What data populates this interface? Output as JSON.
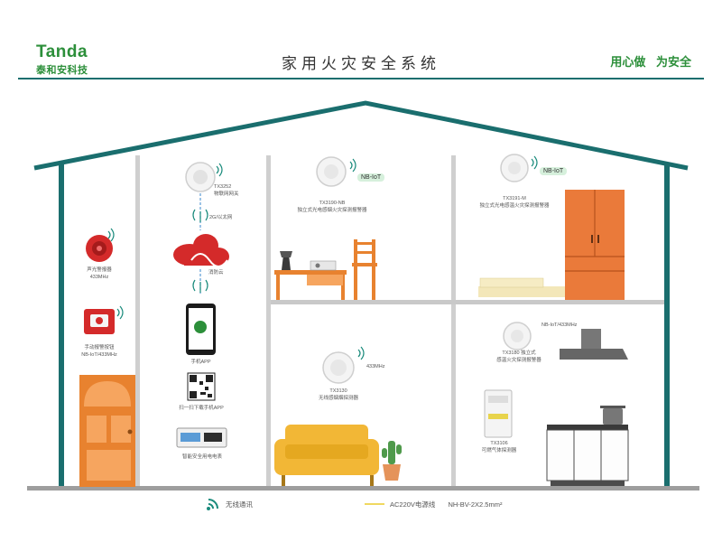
{
  "brand": {
    "name_en": "Tanda",
    "name_cn": "泰和安科技",
    "color": "#2c8f3a"
  },
  "title": "家用火灾安全系统",
  "slogan": "用心做 为安全",
  "colors": {
    "wall": "#1a6e6e",
    "floor": "#c9c9c9",
    "door": "#e8822f",
    "cabinet": "#ea7a3a",
    "sofa": "#f2b736",
    "power": "#f0d860",
    "alarm": "#d42a2a",
    "cloud": "#d42a2a"
  },
  "devices": {
    "sound_light_alarm": {
      "name": "声光警报器",
      "spec": "433MHz"
    },
    "manual_alarm_button": {
      "name": "手动报警按钮",
      "spec": "NB-IoT/433MHz"
    },
    "gateway": {
      "model": "TX3252",
      "name": "物联网网关"
    },
    "network": "2G/以太网",
    "fire_cloud": "消防云",
    "phone_app": "手机APP",
    "qr_download": "扫一扫下载手机APP",
    "smart_meter": "智能安全用电电表",
    "smoke_nb": {
      "model": "TX3190-NB",
      "name": "独立式光电感烟火灾探测报警器",
      "badge": "NB-IoT"
    },
    "heat_smoke_m": {
      "model": "TX3191-M",
      "name": "独立式光电感温火灾探测报警器",
      "badge": "NB-IoT"
    },
    "wireless_smoke": {
      "model": "TX3130",
      "name": "无线感烟烟探测器",
      "badge": "433MHz"
    },
    "heat_detector": {
      "model": "TX3180 独立式",
      "name": "感温火灾探测报警器",
      "badge": "NB-IoT/433MHz"
    },
    "gas_detector": {
      "model": "TX3106",
      "name": "可燃气体探测器"
    }
  },
  "legend": {
    "wireless": "无线通讯",
    "power_line": "AC220V电源线",
    "cable": "NH-BV-2X2.5mm²"
  }
}
